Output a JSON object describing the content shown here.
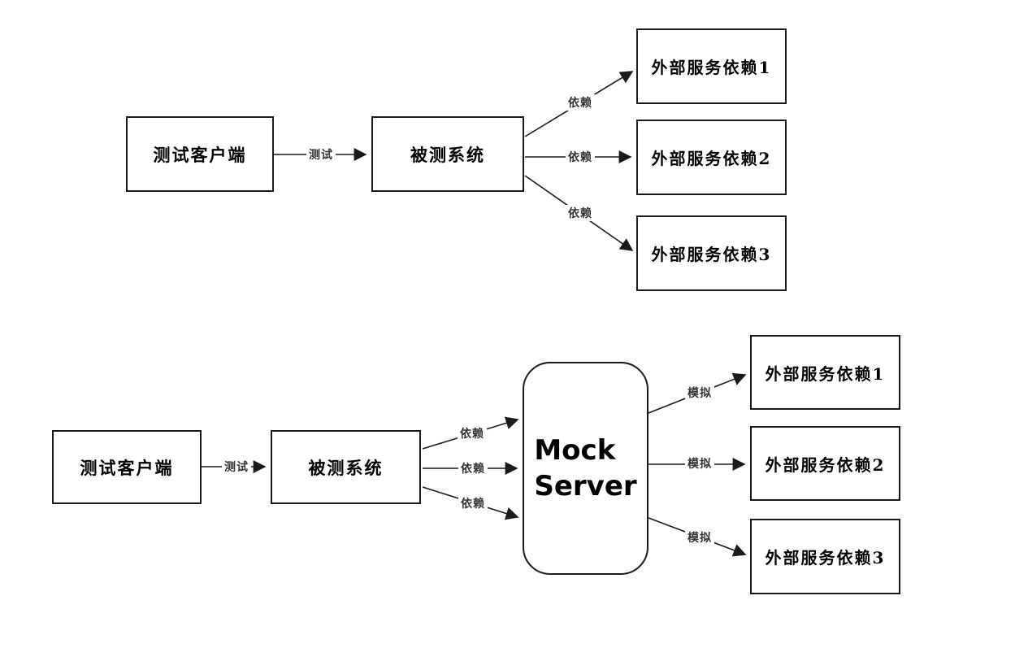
{
  "top_diagram": {
    "client_label": "测试客户端",
    "sut_label": "被测系统",
    "edge_test": "测试",
    "edge_dependency": "依赖",
    "externals": [
      "外部服务依赖1",
      "外部服务依赖2",
      "外部服务依赖3"
    ]
  },
  "bottom_diagram": {
    "client_label": "测试客户端",
    "sut_label": "被测系统",
    "mock_server_label": "Mock\nServer",
    "edge_test": "测试",
    "edge_dependency": "依赖",
    "edge_mock": "模拟",
    "externals": [
      "外部服务依赖1",
      "外部服务依赖2",
      "外部服务依赖3"
    ]
  },
  "colors": {
    "line": "#1a1a1a",
    "box_border": "#1a1a1a",
    "node_text": "#000000",
    "edge_label_text": "#333333",
    "background": "#ffffff"
  }
}
